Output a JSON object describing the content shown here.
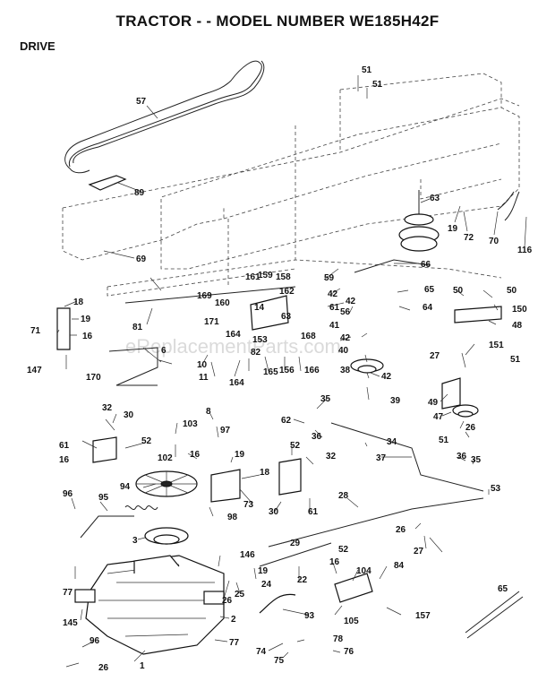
{
  "header": {
    "title": "TRACTOR - - MODEL NUMBER WE185H42F",
    "section": "DRIVE"
  },
  "watermark": "eReplacementParts.com",
  "callouts": {
    "c51a": "51",
    "c51b": "51",
    "c57": "57",
    "c89": "89",
    "c63": "63",
    "c19a": "19",
    "c72": "72",
    "c70": "70",
    "c116": "116",
    "c69": "69",
    "c66": "66",
    "c59": "59",
    "c42a": "42",
    "c61a": "61",
    "c42b": "42",
    "c56": "56",
    "c65": "65",
    "c64": "64",
    "c50a": "50",
    "c50b": "50",
    "c150": "150",
    "c48": "48",
    "c18a": "18",
    "c19b": "19",
    "c71": "71",
    "c16a": "16",
    "c147": "147",
    "c81": "81",
    "c161": "161",
    "c159": "159",
    "c158": "158",
    "c169": "169",
    "c160": "160",
    "c162": "162",
    "c14": "14",
    "c171": "171",
    "c63b": "63",
    "c164a": "164",
    "c153": "153",
    "c168": "168",
    "c41": "41",
    "c42c": "42",
    "c40": "40",
    "c151": "151",
    "c27a": "27",
    "c51c": "51",
    "c6": "6",
    "c170": "170",
    "c10": "10",
    "c82": "82",
    "c165": "165",
    "c156": "156",
    "c166": "166",
    "c38": "38",
    "c42d": "42",
    "c11": "11",
    "c164b": "164",
    "c39": "39",
    "c49": "49",
    "c47": "47",
    "c26a": "26",
    "c51d": "51",
    "c8": "8",
    "c35a": "35",
    "c62": "62",
    "c36a": "36",
    "c34": "34",
    "c32a": "32",
    "c30a": "30",
    "c103": "103",
    "c97": "97",
    "c61b": "61",
    "c52a": "52",
    "c16b": "16",
    "c102": "102",
    "c16c": "16",
    "c19c": "19",
    "c52b": "52",
    "c32b": "32",
    "c18b": "18",
    "c37": "37",
    "c36b": "36",
    "c35b": "35",
    "c94": "94",
    "c73": "73",
    "c30b": "30",
    "c61c": "61",
    "c53": "53",
    "c96a": "96",
    "c95": "95",
    "c98": "98",
    "c28": "28",
    "c26b": "26",
    "c29": "29",
    "c3": "3",
    "c146": "146",
    "c27b": "27",
    "c52c": "52",
    "c16d": "16",
    "c104": "104",
    "c84": "84",
    "c77a": "77",
    "c26c": "26",
    "c25": "25",
    "c19d": "19",
    "c24": "24",
    "c22": "22",
    "c65b": "65",
    "c2": "2",
    "c93": "93",
    "c105": "105",
    "c157": "157",
    "c145": "145",
    "c96b": "96",
    "c77b": "77",
    "c78": "78",
    "c74": "74",
    "c75": "75",
    "c76": "76",
    "c26d": "26",
    "c1": "1"
  }
}
